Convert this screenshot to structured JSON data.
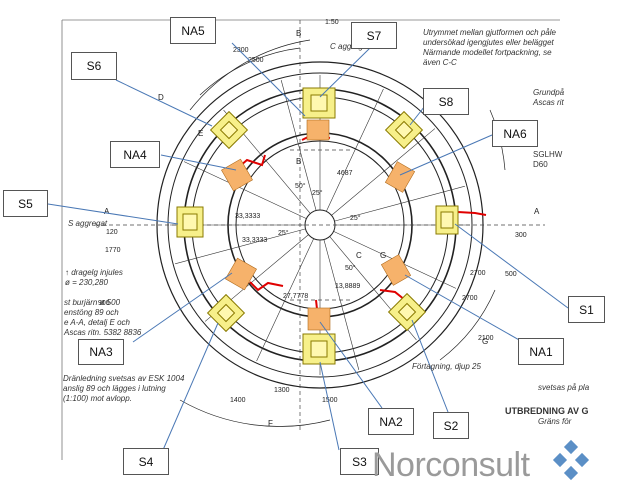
{
  "labels": {
    "S1": "S1",
    "S2": "S2",
    "S3": "S3",
    "S4": "S4",
    "S5": "S5",
    "S6": "S6",
    "S7": "S7",
    "S8": "S8",
    "NA1": "NA1",
    "NA2": "NA2",
    "NA3": "NA3",
    "NA4": "NA4",
    "NA5": "NA5",
    "NA6": "NA6"
  },
  "notes": {
    "top_right": [
      "Utrymmet mellan gjutformen och påle",
      "undersökad igengjutes eller belägget",
      "Närmande modellet fortpackning, se",
      "även C-C"
    ],
    "grundplan": [
      "Grundpå",
      "Ascas rit"
    ],
    "sglhw": [
      "SGLHW",
      "D60"
    ],
    "aggregat_left": "S aggregat",
    "aggregat_top": "C aggregat",
    "dragelag": [
      "↑ dragelg injules",
      "ø = 230,280"
    ],
    "bursjarn": [
      "st burjärn ø 500",
      "enstöng 89 och",
      "e A-A, detalj E och",
      "Ascas ritn. 5382 8836"
    ],
    "dranledning": [
      "Dränledning svetsas av ESK 1004",
      "anslig 89 och lägges i lutning",
      "(1:100) mot avlopp."
    ],
    "fortagning": "Förtagning, djup 25",
    "svetsas": "svetsas på pla",
    "grans": "Gräns för",
    "utbredning": "UTBREDNING AV G",
    "scale": "1:50"
  },
  "dims": {
    "d2300": "2300",
    "d2500": "2500",
    "d1770": "1770",
    "d2700": "2700",
    "d1500": "1500",
    "d1400": "1400",
    "d1300": "1300",
    "d2100": "2100",
    "a3333": "33,3333",
    "a25": "25°",
    "a50": "50°",
    "a4687": "4687",
    "a27778": "27,7778",
    "a13889": "13,8889",
    "a120": "120",
    "a300": "300",
    "a500": "500",
    "a900": "900"
  },
  "section_letters": {
    "A": "A",
    "B": "B",
    "C": "C",
    "D": "D",
    "E": "E",
    "F": "F",
    "G": "G"
  },
  "brand": {
    "name": "Norconsult",
    "color": "#5b8fc6"
  },
  "colors": {
    "pile_fill": "#f7f08a",
    "pile_stroke": "#8a7a00",
    "na_fill": "#f6b26b",
    "red": "#e00000",
    "line": "#222222",
    "callout": "#4a78b5"
  }
}
